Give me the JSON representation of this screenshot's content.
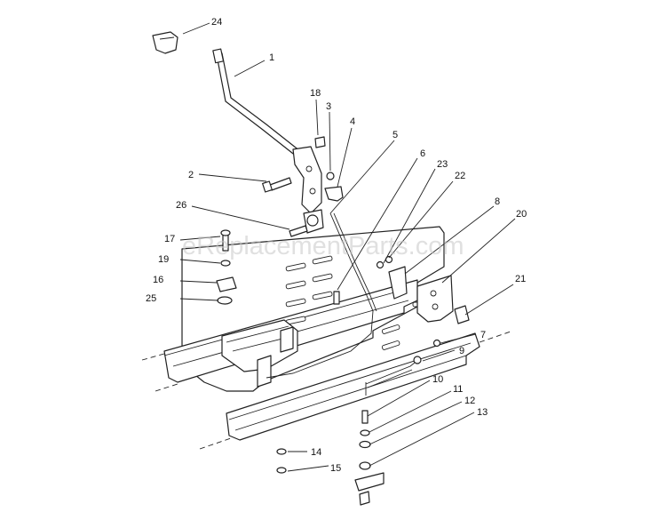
{
  "watermark": "eReplacementParts.com",
  "callouts": [
    {
      "id": "24",
      "label": "24"
    },
    {
      "id": "1",
      "label": "1"
    },
    {
      "id": "18",
      "label": "18"
    },
    {
      "id": "3",
      "label": "3"
    },
    {
      "id": "4",
      "label": "4"
    },
    {
      "id": "5",
      "label": "5"
    },
    {
      "id": "6",
      "label": "6"
    },
    {
      "id": "23",
      "label": "23"
    },
    {
      "id": "22",
      "label": "22"
    },
    {
      "id": "2",
      "label": "2"
    },
    {
      "id": "26",
      "label": "26"
    },
    {
      "id": "8",
      "label": "8"
    },
    {
      "id": "20",
      "label": "20"
    },
    {
      "id": "17",
      "label": "17"
    },
    {
      "id": "19",
      "label": "19"
    },
    {
      "id": "16",
      "label": "16"
    },
    {
      "id": "25",
      "label": "25"
    },
    {
      "id": "21",
      "label": "21"
    },
    {
      "id": "7",
      "label": "7"
    },
    {
      "id": "9",
      "label": "9"
    },
    {
      "id": "10",
      "label": "10"
    },
    {
      "id": "11",
      "label": "11"
    },
    {
      "id": "12",
      "label": "12"
    },
    {
      "id": "13",
      "label": "13"
    },
    {
      "id": "14",
      "label": "14"
    },
    {
      "id": "15",
      "label": "15"
    }
  ]
}
